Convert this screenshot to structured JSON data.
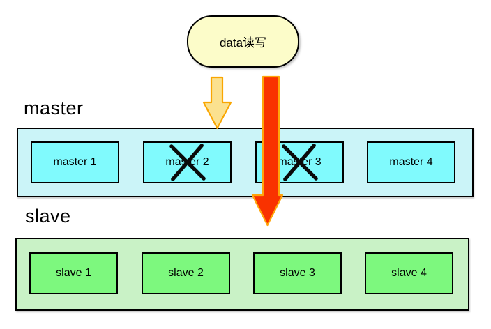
{
  "title": "data读写",
  "sections": {
    "master": {
      "label": "master",
      "nodes": [
        {
          "label": "master 1",
          "failed": false
        },
        {
          "label": "master 2",
          "failed": true
        },
        {
          "label": "master 3",
          "failed": true
        },
        {
          "label": "master 4",
          "failed": false
        }
      ]
    },
    "slave": {
      "label": "slave",
      "nodes": [
        {
          "label": "slave 1"
        },
        {
          "label": "slave 2"
        },
        {
          "label": "slave 3"
        },
        {
          "label": "slave 4"
        }
      ]
    },
    "icons": {
      "yellow_arrow": "down-arrow-to-master",
      "red_arrow": "down-arrow-to-slave",
      "failure_mark": "x-cross"
    },
    "colors_note": "accent colors listed in colors object"
  },
  "colors": {
    "stadium_fill": "#FCFCC9",
    "master_container_fill": "#CBF4F8",
    "master_node_fill": "#80FAFD",
    "slave_container_fill": "#C9F2C6",
    "slave_node_fill": "#7DF87E",
    "arrow_yellow_fill": "#FBE18F",
    "arrow_yellow_stroke": "#F9A602",
    "arrow_red_fill": "#F93200",
    "arrow_red_stroke": "#FFA50A",
    "outline": "#000000"
  }
}
